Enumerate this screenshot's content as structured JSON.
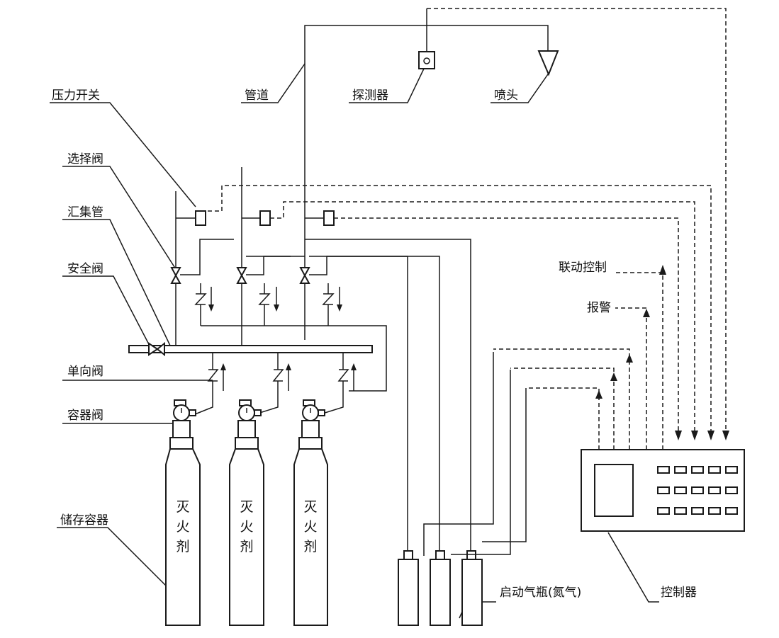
{
  "labels": {
    "pressure_switch": "压力开关",
    "pipeline": "管道",
    "detector": "探测器",
    "nozzle": "喷头",
    "selector_valve": "选择阀",
    "manifold": "汇集管",
    "safety_valve": "安全阀",
    "check_valve": "单向阀",
    "container_valve": "容器阀",
    "storage_container": "储存容器",
    "startup_cylinder": "启动气瓶(氮气)",
    "controller": "控制器",
    "linkage_control": "联动控制",
    "alarm": "报警"
  },
  "agent_cylinders": [
    {
      "line1": "灭",
      "line2": "火",
      "line3": "剂"
    },
    {
      "line1": "灭",
      "line2": "火",
      "line3": "剂"
    },
    {
      "line1": "灭",
      "line2": "火",
      "line3": "剂"
    }
  ]
}
